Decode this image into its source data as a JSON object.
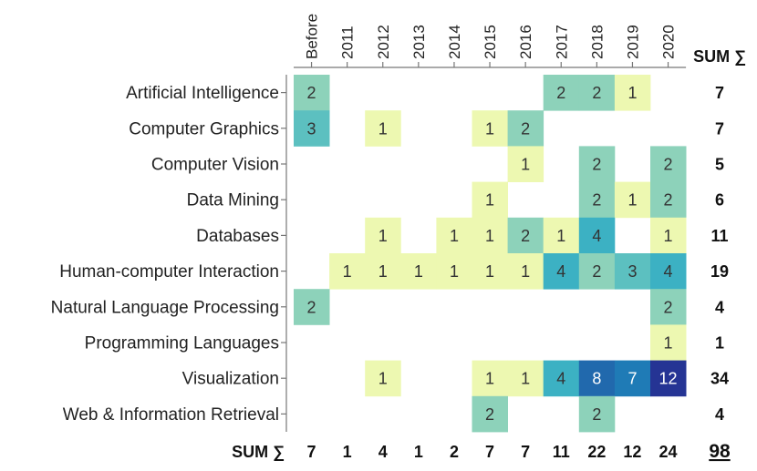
{
  "chart_data": {
    "type": "heatmap",
    "columns": [
      "Before",
      "2011",
      "2012",
      "2013",
      "2014",
      "2015",
      "2016",
      "2017",
      "2018",
      "2019",
      "2020"
    ],
    "rows": [
      "Artificial Intelligence",
      "Computer Graphics",
      "Computer Vision",
      "Data Mining",
      "Databases",
      "Human-computer Interaction",
      "Natural Language Processing",
      "Programming Languages",
      "Visualization",
      "Web & Information Retrieval"
    ],
    "values": [
      [
        2,
        null,
        null,
        null,
        null,
        null,
        null,
        2,
        2,
        1,
        null
      ],
      [
        3,
        null,
        1,
        null,
        null,
        1,
        2,
        null,
        null,
        null,
        null
      ],
      [
        null,
        null,
        null,
        null,
        null,
        null,
        1,
        null,
        2,
        null,
        2
      ],
      [
        null,
        null,
        null,
        null,
        null,
        1,
        null,
        null,
        2,
        1,
        2
      ],
      [
        null,
        null,
        1,
        null,
        1,
        1,
        2,
        1,
        4,
        null,
        1
      ],
      [
        null,
        1,
        1,
        1,
        1,
        1,
        1,
        4,
        2,
        3,
        4
      ],
      [
        2,
        null,
        null,
        null,
        null,
        null,
        null,
        null,
        null,
        null,
        2
      ],
      [
        null,
        null,
        null,
        null,
        null,
        null,
        null,
        null,
        null,
        null,
        1
      ],
      [
        null,
        null,
        1,
        null,
        null,
        1,
        1,
        4,
        8,
        7,
        12
      ],
      [
        null,
        null,
        null,
        null,
        null,
        2,
        null,
        null,
        2,
        null,
        null
      ]
    ],
    "row_sums": [
      7,
      7,
      5,
      6,
      11,
      19,
      4,
      1,
      34,
      4
    ],
    "col_sums": [
      7,
      1,
      4,
      1,
      2,
      7,
      7,
      11,
      22,
      12,
      24
    ],
    "total": 98,
    "row_sum_header": "SUM ∑",
    "col_sum_header": "SUM ∑",
    "color_scale": [
      "#edf8b1",
      "#c7e9b4",
      "#7fcdbb",
      "#41b6c4",
      "#1d91c0",
      "#225ea8",
      "#253494"
    ]
  }
}
